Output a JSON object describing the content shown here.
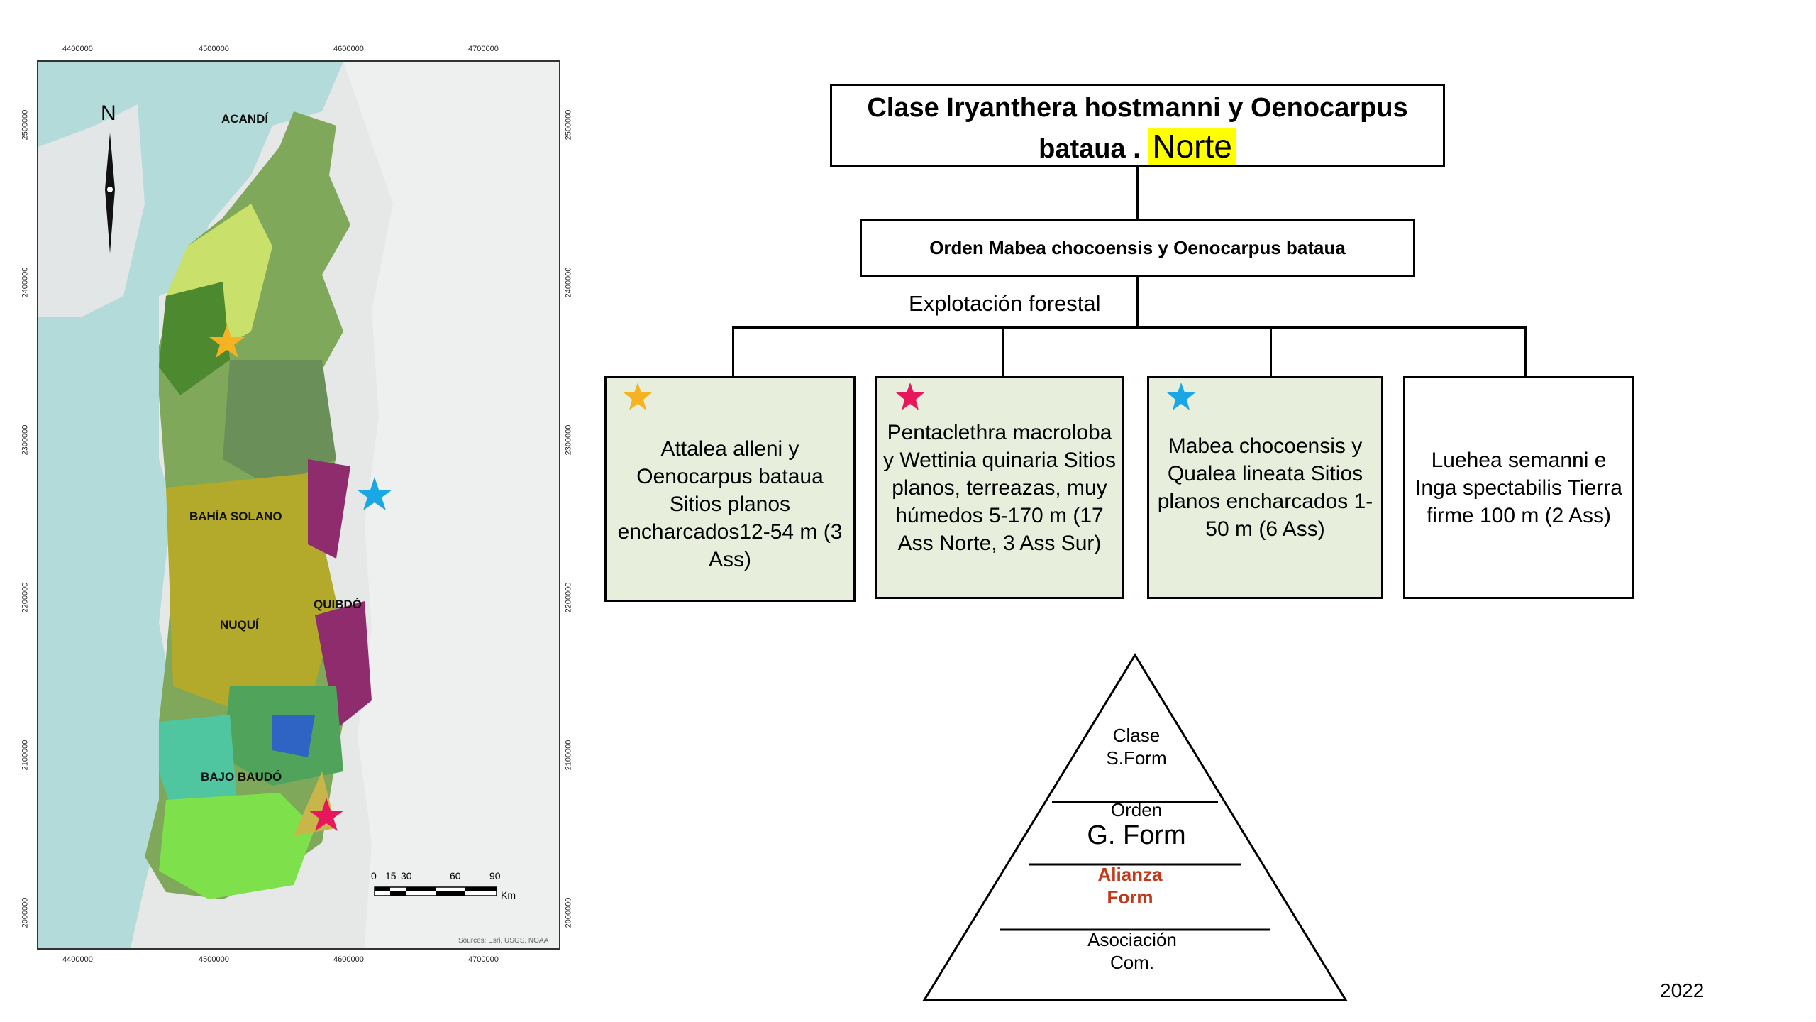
{
  "map": {
    "x_ticks": [
      "4400000",
      "4500000",
      "4600000",
      "4700000"
    ],
    "y_ticks": [
      "2500000",
      "2400000",
      "2300000",
      "2200000",
      "2100000",
      "2000000"
    ],
    "places": [
      "ACANDÍ",
      "BAHÍA SOLANO",
      "NUQUÍ",
      "QUIBDÓ",
      "BAJO BAUDÓ"
    ],
    "north_label": "N",
    "scale_labels": [
      "0",
      "15",
      "30",
      "60",
      "90"
    ],
    "scale_unit": "Km",
    "sources": "Sources: Esri, USGS, NOAA",
    "star_colors": {
      "yellow": "#f5b323",
      "pink": "#e8175d",
      "blue": "#1aa7e6"
    }
  },
  "diagram": {
    "class_title": "Clase Iryanthera hostmanni y Oenocarpus bataua .",
    "class_region": "Norte",
    "order_title": "Orden Mabea chocoensis y Oenocarpus bataua",
    "edge_label": "Explotación forestal",
    "associations": [
      {
        "text": "Attalea alleni y Oenocarpus bataua Sitios planos encharcados12-54 m (3 Ass)",
        "star": "yellow"
      },
      {
        "text": "Pentaclethra macroloba y Wettinia quinaria Sitios planos, terreazas, muy húmedos 5-170 m (17 Ass Norte, 3 Ass Sur)",
        "star": "pink"
      },
      {
        "text": "Mabea chocoensis y Qualea lineata Sitios planos encharcados 1-50 m (6 Ass)",
        "star": "blue"
      },
      {
        "text": "Luehea semanni e Inga spectabilis Tierra firme 100 m (2 Ass)",
        "star": ""
      }
    ]
  },
  "pyramid": {
    "level1_line1": "Clase",
    "level1_line2": "S.Form",
    "level2_line1": "Orden",
    "level2_line2": "G. Form",
    "level3_line1": "Alianza",
    "level3_line2": "Form",
    "level3_color": "#c0391b",
    "level4_line1": "Asociación",
    "level4_line2": "Com."
  },
  "year": "2022"
}
